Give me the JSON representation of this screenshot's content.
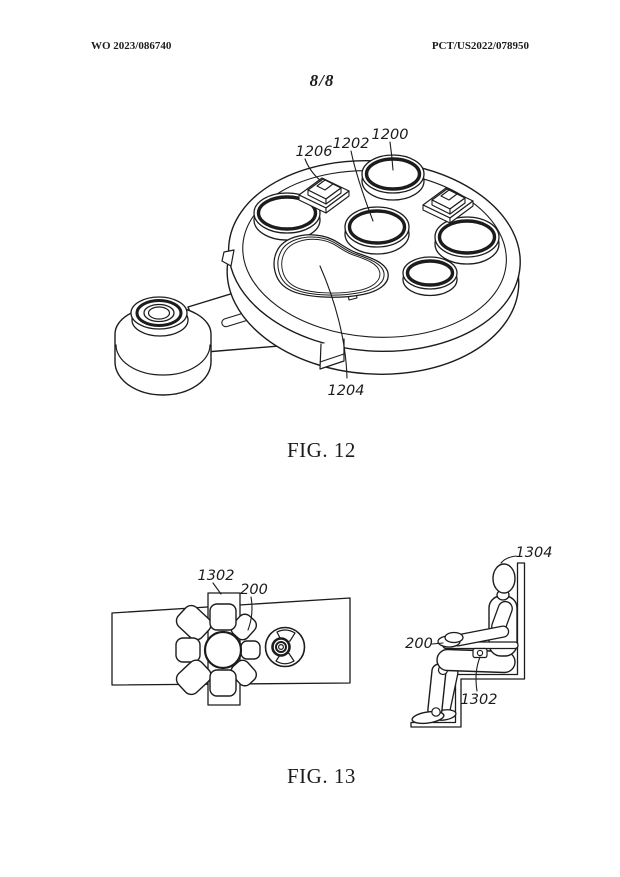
{
  "page": {
    "paper_color": "#ffffff",
    "ink_color": "#1c1c1c"
  },
  "header": {
    "left": "WO 2023/086740",
    "right": "PCT/US2022/078950"
  },
  "sheet_number": "8/8",
  "fig12": {
    "caption": "FIG. 12",
    "label_1200": "1200",
    "label_1202": "1202",
    "label_1204": "1204",
    "label_1206": "1206"
  },
  "fig13": {
    "caption": "FIG. 13",
    "front": {
      "label_bracket": "1302",
      "label_device": "200"
    },
    "side": {
      "label_seatback": "1304",
      "label_device": "200",
      "label_bracket": "1302"
    }
  }
}
